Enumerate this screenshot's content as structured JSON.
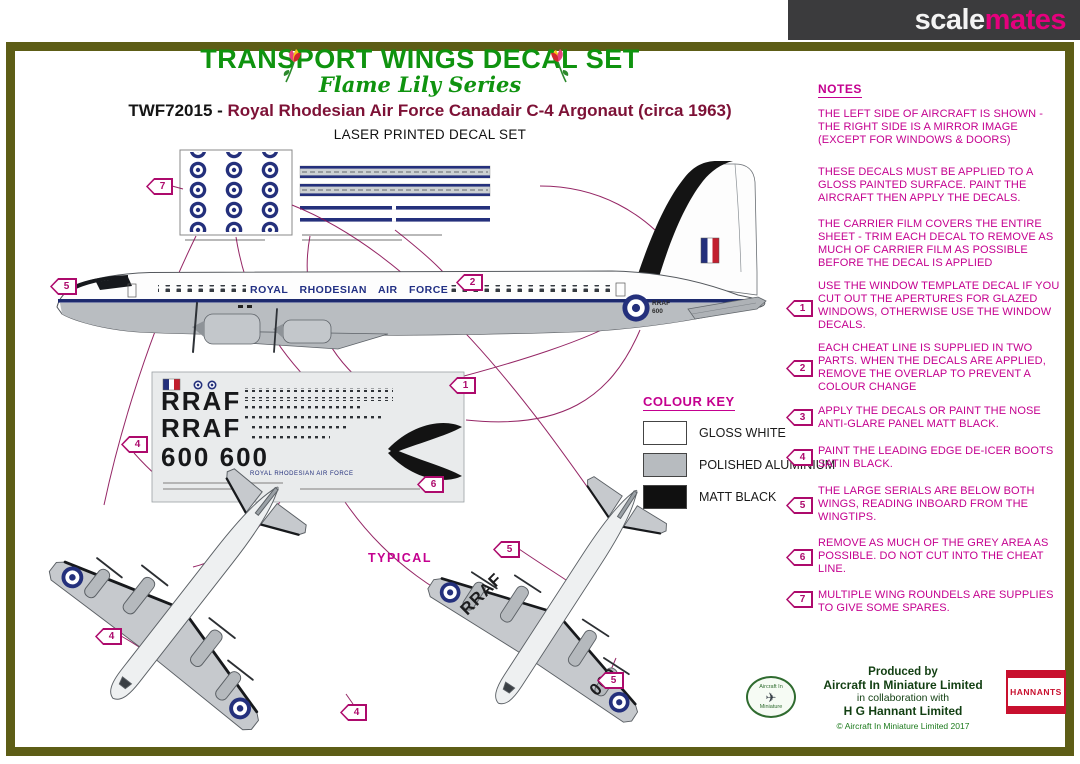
{
  "banner": {
    "scale": "scale",
    "mates": "mates"
  },
  "header": {
    "title": "TRANSPORT WINGS DECAL SET",
    "series": "Flame Lily Series",
    "code": "TWF72015 -",
    "name": " Royal Rhodesian Air Force Canadair C-4 Argonaut (circa 1963)",
    "subtitle": "LASER PRINTED DECAL SET"
  },
  "diagram": {
    "fuselage_titles": "ROYAL RHODESIAN AIR FORCE",
    "fuselage_serial_1": "RRAF",
    "fuselage_serial_2": "600",
    "sheet_serial_a": "RRAF",
    "sheet_serial_b": "RRAF",
    "sheet_numbers": "600 600",
    "sheet_titles": "ROYAL RHODESIAN AIR FORCE",
    "wing_serial_rraf": "RRAF",
    "wing_serial_600": "600",
    "typical": "TYPICAL"
  },
  "colour_key": {
    "heading": "COLOUR KEY",
    "items": [
      {
        "label": "GLOSS WHITE",
        "hex": "#ffffff"
      },
      {
        "label": "POLISHED ALUMINIUM",
        "hex": "#b7bbbf"
      },
      {
        "label": "MATT BLACK",
        "hex": "#101010"
      }
    ]
  },
  "notes": {
    "heading": "NOTES",
    "intro": [
      "THE LEFT SIDE OF AIRCRAFT IS SHOWN - THE RIGHT SIDE IS A MIRROR IMAGE (EXCEPT FOR WINDOWS & DOORS)",
      "THESE DECALS MUST BE APPLIED TO A GLOSS PAINTED SURFACE. PAINT THE AIRCRAFT THEN APPLY THE DECALS.",
      "THE CARRIER FILM COVERS THE ENTIRE SHEET - TRIM EACH DECAL TO REMOVE AS MUCH OF CARRIER FILM AS POSSIBLE BEFORE THE DECAL IS APPLIED"
    ],
    "numbered": [
      {
        "num": "1",
        "text": "USE THE WINDOW TEMPLATE DECAL IF YOU CUT OUT THE APERTURES FOR GLAZED WINDOWS, OTHERWISE USE THE WINDOW DECALS."
      },
      {
        "num": "2",
        "text": "EACH CHEAT LINE IS SUPPLIED IN TWO PARTS. WHEN THE DECALS ARE APPLIED, REMOVE THE OVERLAP TO PREVENT A COLOUR CHANGE"
      },
      {
        "num": "3",
        "text": "APPLY THE DECALS OR PAINT THE NOSE ANTI-GLARE PANEL MATT BLACK."
      },
      {
        "num": "4",
        "text": "PAINT THE LEADING EDGE DE-ICER BOOTS SATIN BLACK."
      },
      {
        "num": "5",
        "text": "THE LARGE SERIALS ARE BELOW BOTH WINGS, READING INBOARD FROM THE WINGTIPS."
      },
      {
        "num": "6",
        "text": "REMOVE AS MUCH OF THE GREY AREA AS POSSIBLE. DO NOT CUT INTO THE CHEAT LINE."
      },
      {
        "num": "7",
        "text": "MULTIPLE WING ROUNDELS ARE SUPPLIES TO GIVE SOME SPARES."
      }
    ]
  },
  "callouts": {
    "scatter": [
      "7",
      "5",
      "2",
      "1",
      "4",
      "6",
      "5",
      "4",
      "5",
      "4"
    ]
  },
  "credits": {
    "produced_by": "Produced by",
    "company": "Aircraft In Miniature Limited",
    "collab": "in collaboration with",
    "partner": "H G Hannant Limited",
    "copyright": "© Aircraft In Miniature Limited 2017",
    "hannants": "HANNANTS",
    "aim_top": "Aircraft In",
    "aim_bottom": "Miniature"
  },
  "colors": {
    "accent_magenta": "#c4008f",
    "title_green": "#0f930f",
    "roundel_blue": "#24307c",
    "flash_red": "#c21f2e",
    "frame_olive": "#5d5d16",
    "brand_pink": "#e5007d"
  }
}
